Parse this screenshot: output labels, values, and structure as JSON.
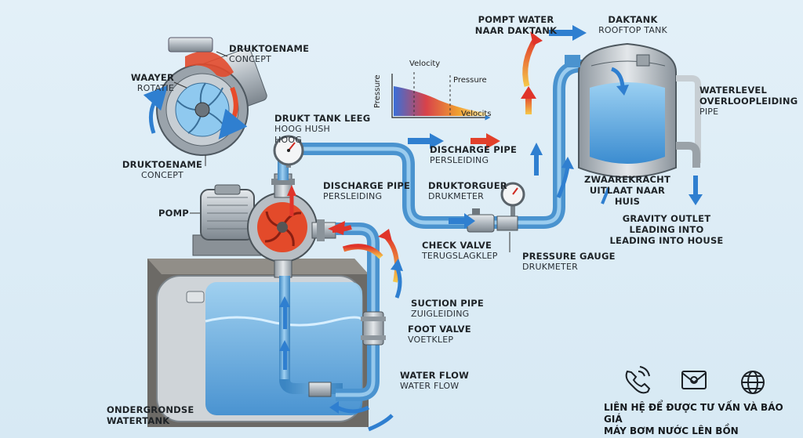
{
  "labels": {
    "druktoename_top": {
      "title": "DRUKTOENAME",
      "sub": "CONCEPT"
    },
    "waayer": {
      "title": "WAAYER",
      "sub": "ROTATIE"
    },
    "druktoename_bottom": {
      "title": "DRUKTOENAME",
      "sub": "CONCEPT"
    },
    "drukt_tank": {
      "title": "DRUKT TANK LEEG",
      "l2": "HOOG   HUSH",
      "l3": "HOOG"
    },
    "pomp": {
      "title": "POMP"
    },
    "discharge_pipe_pump": {
      "title": "DISCHARGE PIPE",
      "sub": "PERSLEIDING"
    },
    "discharge_pipe_mid": {
      "title": "DISCHARGE PIPE",
      "sub": "PERSLEIDING"
    },
    "druktorguer": {
      "title": "DRUKTORGUER",
      "sub": "DRUKMETER"
    },
    "check_valve": {
      "title": "CHECK VALVE",
      "sub": "TERUGSLAGKLEP"
    },
    "pressure_gauge": {
      "title": "PRESSURE GAUGE",
      "sub": "DRUKMETER"
    },
    "suction_pipe": {
      "title": "SUCTION PIPE",
      "sub": "ZUIGLEIDING"
    },
    "foot_valve": {
      "title": "FOOT VALVE",
      "sub": "VOETKLEP"
    },
    "water_flow": {
      "title": "WATER FLOW",
      "sub": "WATER FLOW"
    },
    "ondergrondse": {
      "title": "ONDERGRONDSE",
      "sub": "WATERTANK"
    },
    "pompt_water": {
      "title": "POMPT WATER",
      "sub": "NAAR DAKTANK"
    },
    "daktank": {
      "title": "DAKTANK",
      "sub": "ROOFTOP TANK"
    },
    "waterlevel": {
      "title": "WATERLEVEL",
      "l2": "OVERLOOPLEIDING",
      "sub": "PIPE"
    },
    "zwaarekracht": {
      "title": "ZWAAREKRACHT",
      "l2": "UITLAAT NAAR",
      "l3": "HUIS"
    },
    "gravity": {
      "title": "GRAVITY OUTLET",
      "l2": "LEADING INTO",
      "l3": "LEADING INTO HOUSE"
    }
  },
  "graph": {
    "velocity": "Velocity",
    "pressure_mid": "Pressure",
    "pressure_axis": "Pressure",
    "velocity_axis": "Velocits"
  },
  "contact": {
    "line1": "LIÊN HỆ ĐỂ ĐƯỢC TƯ VẤN VÀ BÁO GIÁ",
    "line2": "MÁY BƠM NƯỚC LÊN BỒN"
  },
  "icons": [
    "phone-icon",
    "email-icon",
    "globe-icon"
  ],
  "colors": {
    "pipe": "#4f9fd6",
    "water": "#6fb6e6",
    "arrow_blue": "#2f7fd0",
    "arrow_red": "#e2402a",
    "metal": "#b9c0c6"
  }
}
